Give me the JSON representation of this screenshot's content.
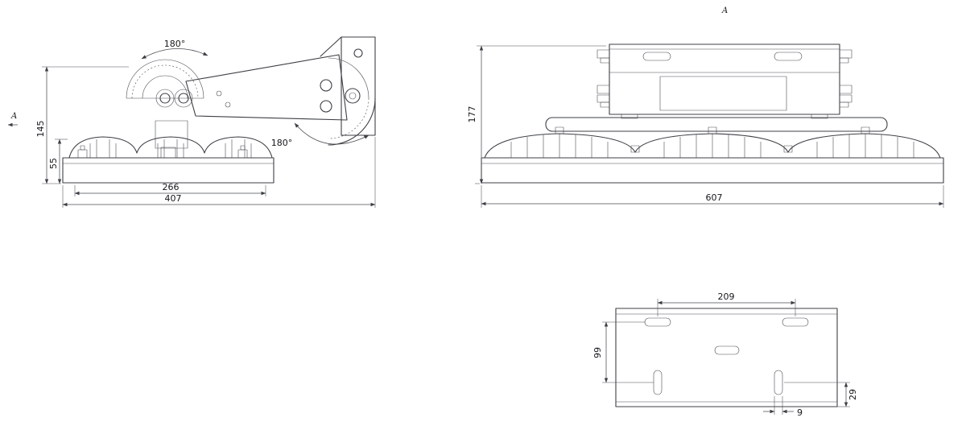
{
  "drawing": {
    "labels": {
      "section_a_top": "A",
      "section_a_side": "A"
    },
    "dims": {
      "side": {
        "angle_top": "180°",
        "angle_lower": "180°",
        "height_overall": "145",
        "height_body": "55",
        "width_inner": "266",
        "width_overall": "407"
      },
      "front": {
        "height": "177",
        "width": "607"
      },
      "back": {
        "slot_spacing_x": "209",
        "slot_spacing_y": "99",
        "edge_offset": "29",
        "slot_width": "9"
      }
    }
  }
}
